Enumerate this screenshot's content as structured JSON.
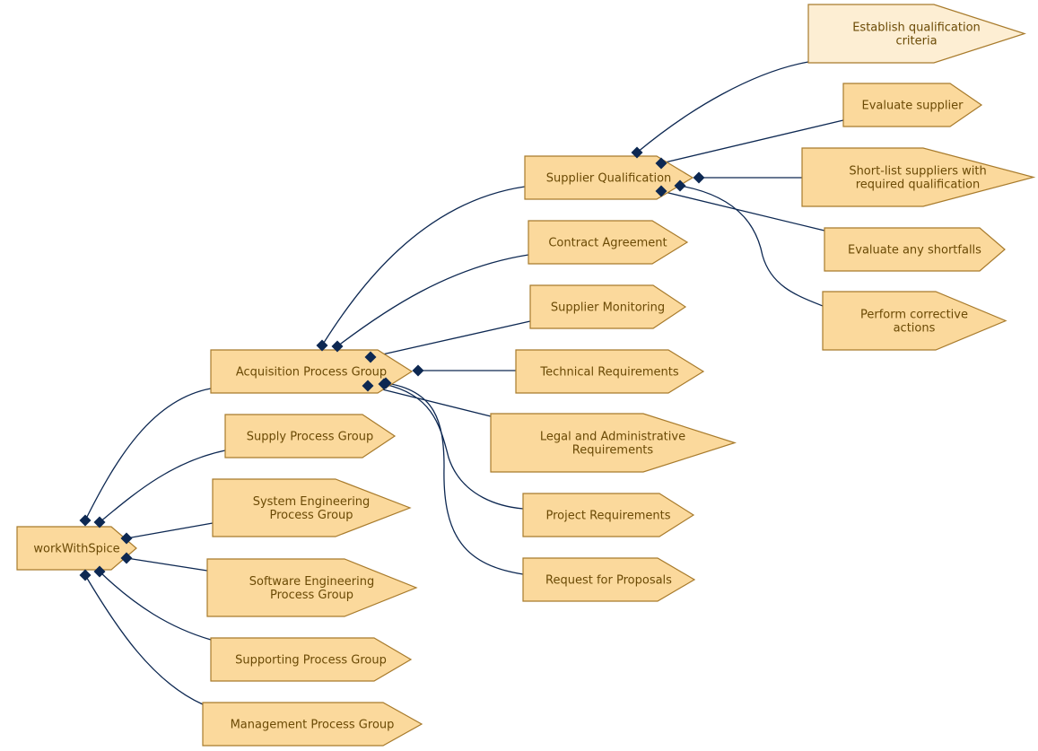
{
  "diagram": {
    "colors": {
      "node_fill": "#fbd99c",
      "node_fill_highlight": "#fdeed3",
      "node_stroke": "#a87b2c",
      "label_color": "#6b4a05",
      "edge_color": "#0d2852"
    },
    "nodes": {
      "root": {
        "lines": [
          "workWithSpice"
        ]
      },
      "acq": {
        "lines": [
          "Acquisition Process Group"
        ]
      },
      "supply": {
        "lines": [
          "Supply Process Group"
        ]
      },
      "syseng": {
        "lines": [
          "System Engineering",
          "Process Group"
        ]
      },
      "sweng": {
        "lines": [
          "Software Engineering",
          "Process Group"
        ]
      },
      "support": {
        "lines": [
          "Supporting Process Group"
        ]
      },
      "mgmt": {
        "lines": [
          "Management Process Group"
        ]
      },
      "supqual": {
        "lines": [
          "Supplier Qualification"
        ]
      },
      "contract": {
        "lines": [
          "Contract Agreement"
        ]
      },
      "supmon": {
        "lines": [
          "Supplier Monitoring"
        ]
      },
      "techreq": {
        "lines": [
          "Technical Requirements"
        ]
      },
      "legal": {
        "lines": [
          "Legal and Administrative",
          "Requirements"
        ]
      },
      "projreq": {
        "lines": [
          "Project Requirements"
        ]
      },
      "rfp": {
        "lines": [
          "Request for Proposals"
        ]
      },
      "establish": {
        "lines": [
          "Establish qualification",
          "criteria"
        ]
      },
      "evalsup": {
        "lines": [
          "Evaluate supplier"
        ]
      },
      "shortlist": {
        "lines": [
          "Short-list suppliers with",
          "required qualification"
        ]
      },
      "evalshort": {
        "lines": [
          "Evaluate any shortfalls"
        ]
      },
      "corrective": {
        "lines": [
          "Perform corrective",
          "actions"
        ]
      }
    }
  }
}
